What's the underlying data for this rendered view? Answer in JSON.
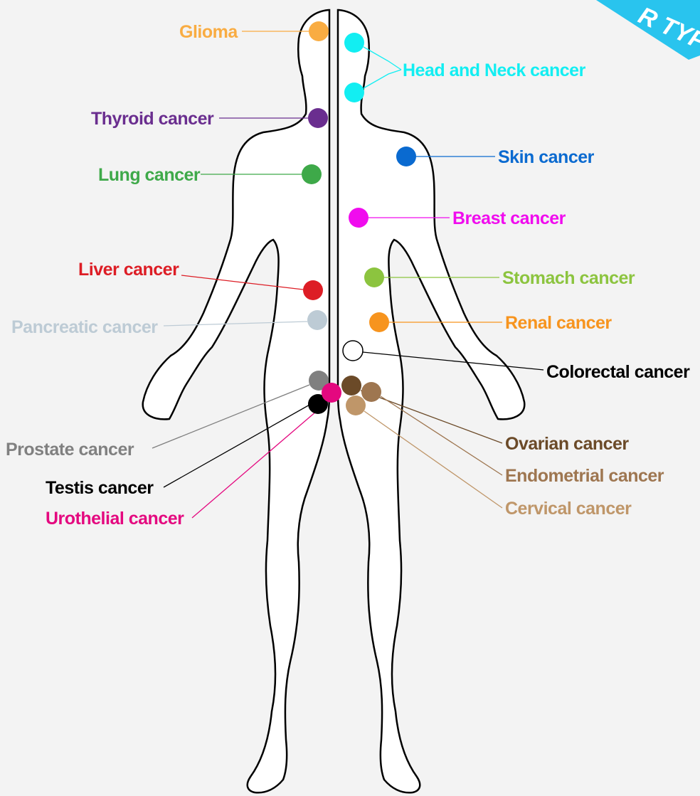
{
  "banner": {
    "text": "R TYP",
    "color": "#29c4ee"
  },
  "body": {
    "outline_color": "#000000",
    "fill_color": "#ffffff"
  },
  "markers": [
    {
      "id": "glioma",
      "label": "Glioma",
      "color": "#f9ac42"
    },
    {
      "id": "head-neck",
      "label": "Head and Neck cancer",
      "color": "#12eef2"
    },
    {
      "id": "thyroid",
      "label": "Thyroid cancer",
      "color": "#6a2e8f"
    },
    {
      "id": "skin",
      "label": "Skin cancer",
      "color": "#0a6ad0"
    },
    {
      "id": "lung",
      "label": "Lung cancer",
      "color": "#3ea949"
    },
    {
      "id": "breast",
      "label": "Breast cancer",
      "color": "#f00cee"
    },
    {
      "id": "liver",
      "label": "Liver cancer",
      "color": "#dd1d25"
    },
    {
      "id": "stomach",
      "label": "Stomach cancer",
      "color": "#8cc43f"
    },
    {
      "id": "pancreatic",
      "label": "Pancreatic cancer",
      "color": "#bdcbd5"
    },
    {
      "id": "renal",
      "label": "Renal cancer",
      "color": "#f7941e"
    },
    {
      "id": "colorectal",
      "label": "Colorectal  cancer",
      "color": "#000000",
      "dot_fill": "#ffffff"
    },
    {
      "id": "prostate",
      "label": "Prostate cancer",
      "color": "#808080"
    },
    {
      "id": "ovarian",
      "label": "Ovarian cancer",
      "color": "#6b4a28"
    },
    {
      "id": "testis",
      "label": "Testis cancer",
      "color": "#000000"
    },
    {
      "id": "endometrial",
      "label": "Endometrial  cancer",
      "color": "#9e7650"
    },
    {
      "id": "urothelial",
      "label": "Urothelial cancer",
      "color": "#e4087f"
    },
    {
      "id": "cervical",
      "label": "Cervical  cancer",
      "color": "#bf9669"
    }
  ]
}
